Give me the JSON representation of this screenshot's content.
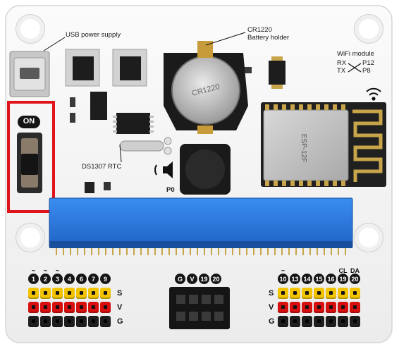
{
  "board": {
    "labels": {
      "usb": "USB power supply",
      "cr1220": "CR1220",
      "battery_holder": "Battery holder",
      "wifi_module": "WiFi module",
      "rx": "RX",
      "tx": "TX",
      "p12": "P12",
      "p8": "P8",
      "rtc": "DS1307 RTC",
      "buzzer": "P0",
      "on": "ON",
      "battery_text": "CR1220",
      "chip_text": "ESP-12F"
    },
    "left_header": {
      "numbers": [
        "1",
        "2",
        "3",
        "4",
        "6",
        "7",
        "9"
      ],
      "tilde_marks": [
        "~",
        "~",
        "~",
        "",
        "",
        "",
        ""
      ]
    },
    "center_header": {
      "numbers": [
        "G",
        "V",
        "19",
        "20"
      ]
    },
    "right_header": {
      "numbers": [
        "10",
        "13",
        "14",
        "15",
        "16",
        "19",
        "20"
      ],
      "tilde_marks": [
        "~",
        "",
        "",
        "",
        "",
        "",
        ""
      ],
      "top_marks": [
        "",
        "",
        "",
        "",
        "",
        "CL",
        "DA"
      ]
    },
    "row_labels": [
      "S",
      "V",
      "G"
    ],
    "highlight_color": "#e0141b",
    "accent_blue": "#2f7de0"
  }
}
